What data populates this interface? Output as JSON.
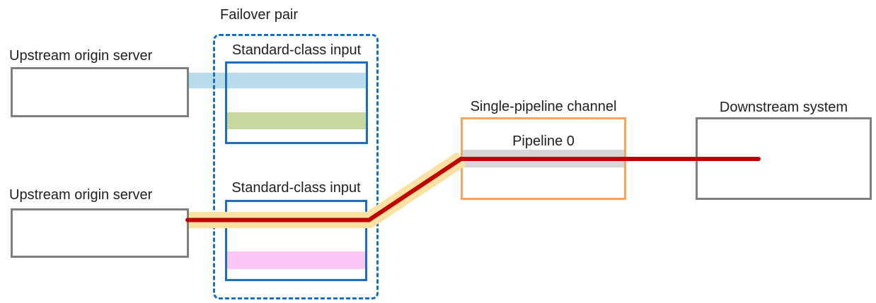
{
  "diagram": {
    "failover_group_label": "Failover pair",
    "upstream_top": {
      "label": "Upstream origin server"
    },
    "upstream_bottom": {
      "label": "Upstream origin server"
    },
    "input_top": {
      "label": "Standard-class input"
    },
    "input_bottom": {
      "label": "Standard-class input"
    },
    "channel": {
      "label": "Single-pipeline channel",
      "pipeline_label": "Pipeline 0"
    },
    "downstream": {
      "label": "Downstream system"
    },
    "colors": {
      "blue_border": "#1b6fbd",
      "gray_border": "#7f7f7f",
      "orange_border": "#f5a55f",
      "text": "#1f1f1f",
      "band_blue": "#b8dcea",
      "band_green": "#c6d8a0",
      "band_pink": "#fcc6f7",
      "band_gray": "#d6d6d6",
      "band_yellow": "#fce2a2",
      "line_red": "#c00000"
    }
  }
}
